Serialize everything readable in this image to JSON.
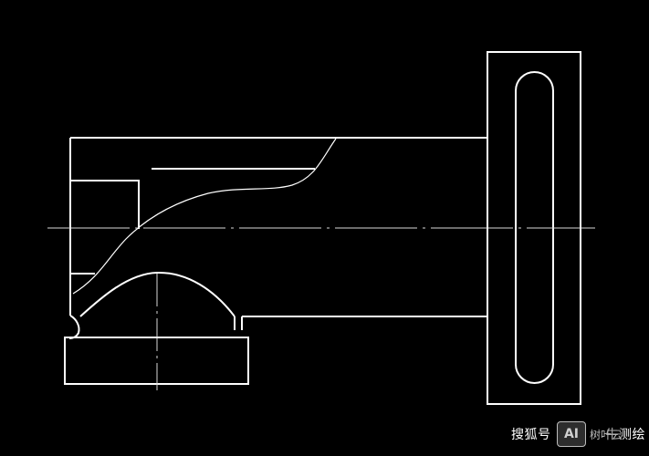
{
  "drawing": {
    "background_color": "#000000",
    "line_color": "#ffffff",
    "center_line_color": "#d8d8d8"
  },
  "watermark": {
    "caption": "搜狐号",
    "caption_suffix": "牛测绘",
    "logo_badge": "AI",
    "logo_name": "树叶云"
  }
}
